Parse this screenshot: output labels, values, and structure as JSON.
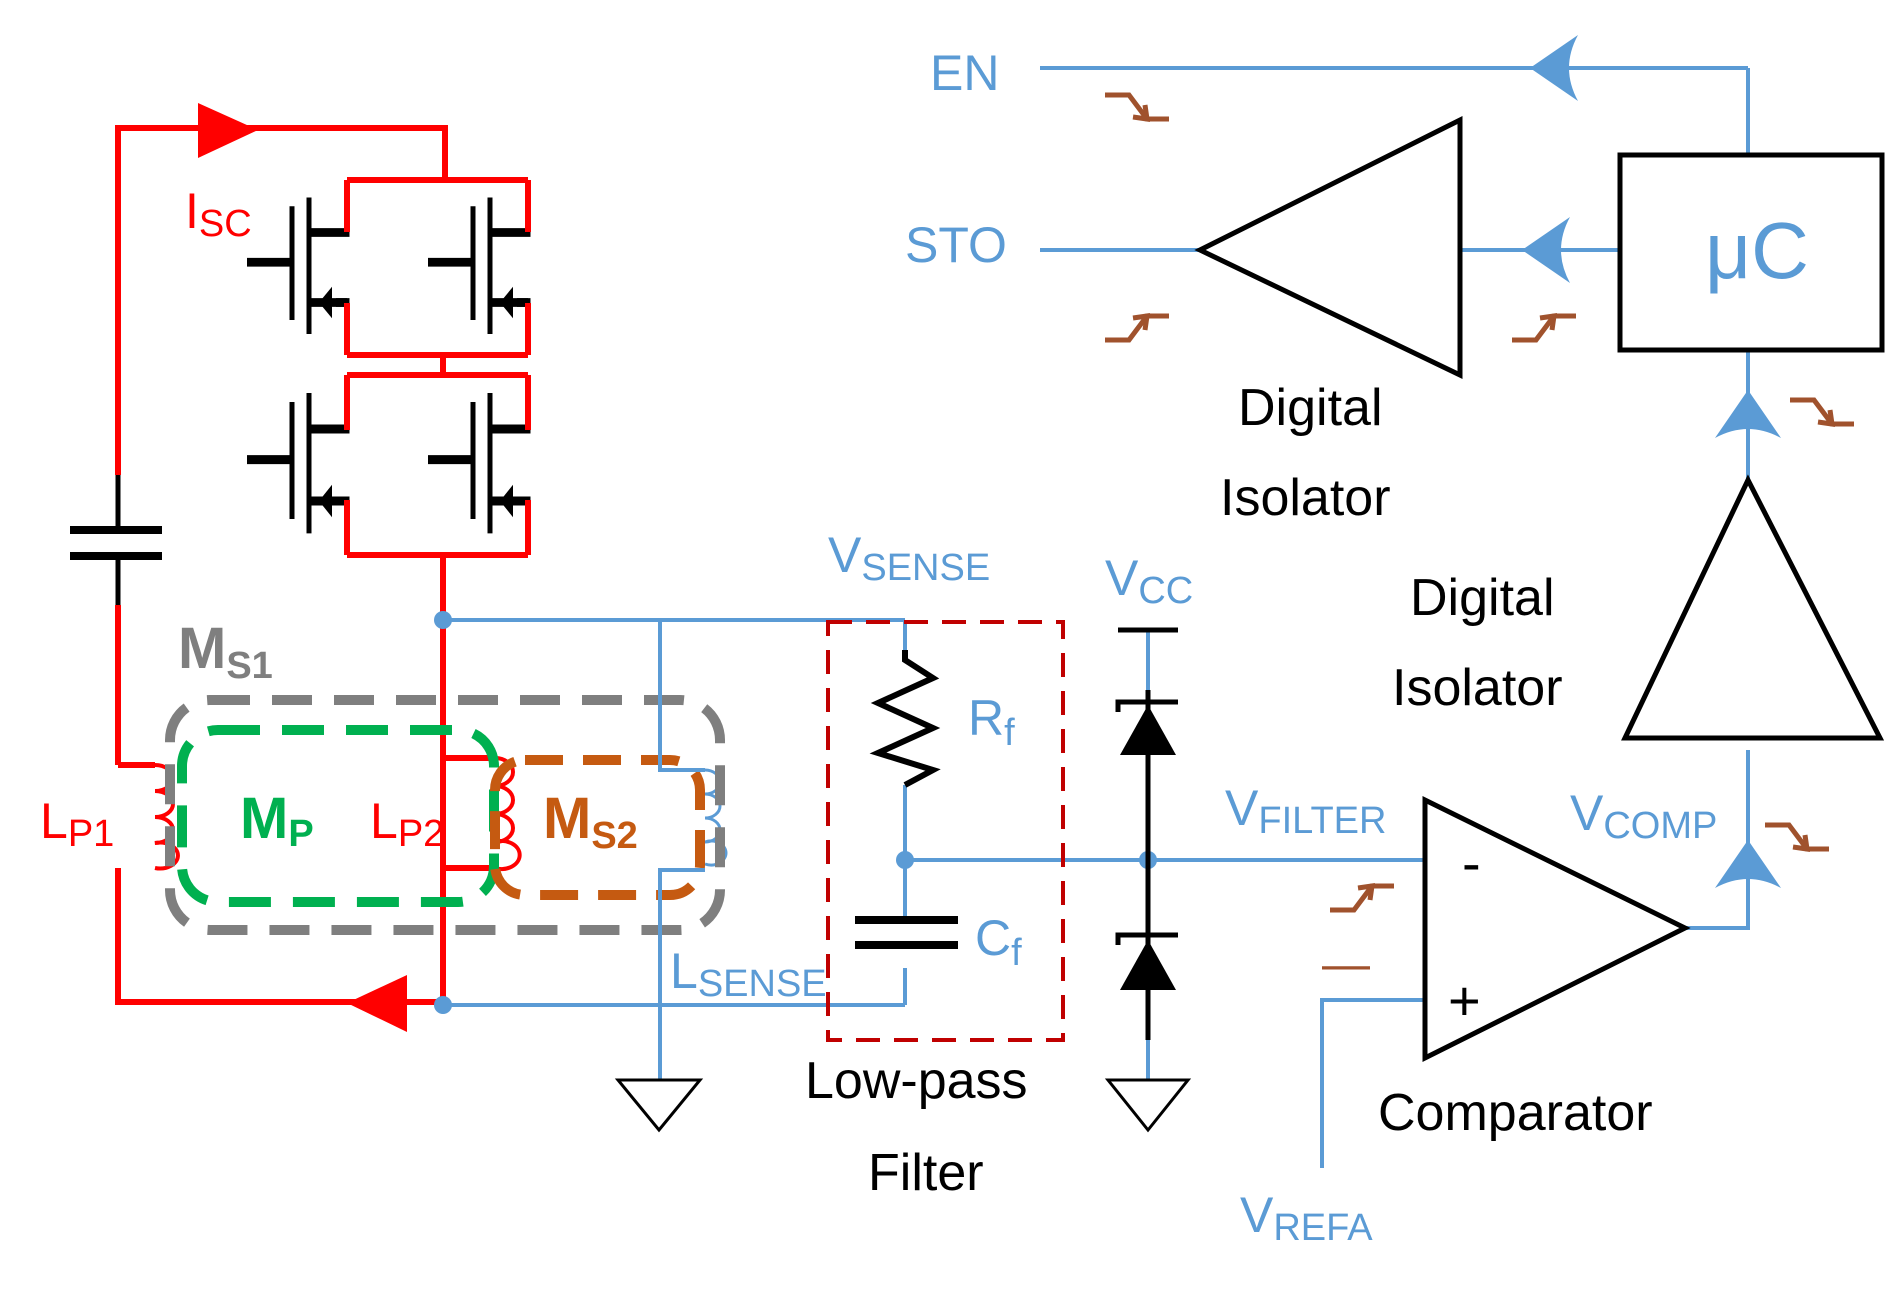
{
  "colors": {
    "power": "#ff0000",
    "signal": "#5b9bd5",
    "mp": "#00b050",
    "ms1": "#7f7f7f",
    "ms2": "#c55a11",
    "flag": "#a0522d",
    "filter_box": "#c00000"
  },
  "labels": {
    "en": "EN",
    "sto": "STO",
    "uc": "μC",
    "isc": {
      "main": "I",
      "sub": "SC"
    },
    "lp1": {
      "main": "L",
      "sub": "P1"
    },
    "lp2": {
      "main": "L",
      "sub": "P2"
    },
    "mp": {
      "main": "M",
      "sub": "P"
    },
    "ms1": {
      "main": "M",
      "sub": "S1"
    },
    "ms2": {
      "main": "M",
      "sub": "S2"
    },
    "vsense": {
      "main": "V",
      "sub": "SENSE"
    },
    "lsense": {
      "main": "L",
      "sub": "SENSE"
    },
    "rf": {
      "main": "R",
      "sub": "f"
    },
    "cf": {
      "main": "C",
      "sub": "f"
    },
    "vcc": {
      "main": "V",
      "sub": "CC"
    },
    "vfilter": {
      "main": "V",
      "sub": "FILTER"
    },
    "vcomp": {
      "main": "V",
      "sub": "COMP"
    },
    "vrefa": {
      "main": "V",
      "sub": "REFA"
    },
    "minus": "-",
    "plus": "+",
    "dash": "—",
    "low_pass_1": "Low-pass",
    "low_pass_2": "Filter",
    "comparator": "Comparator",
    "iso_top_1": "Digital",
    "iso_top_2": "Isolator",
    "iso_right_1": "Digital",
    "iso_right_2": "Isolator"
  }
}
